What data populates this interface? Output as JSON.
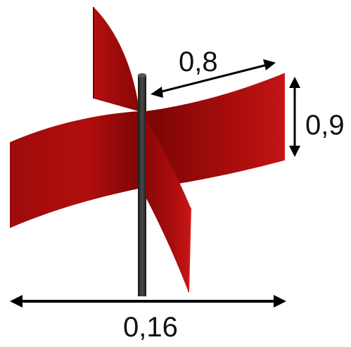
{
  "dimensions": {
    "blade_depth_label": "0,8",
    "height_label": "0,9",
    "total_width_label": "0,16"
  },
  "colors": {
    "blade_dark": "#7a0505",
    "blade_mid": "#b80f0f",
    "blade_light": "#d51a1a",
    "shaft": "#2d2d2d",
    "arrow": "#000000"
  }
}
